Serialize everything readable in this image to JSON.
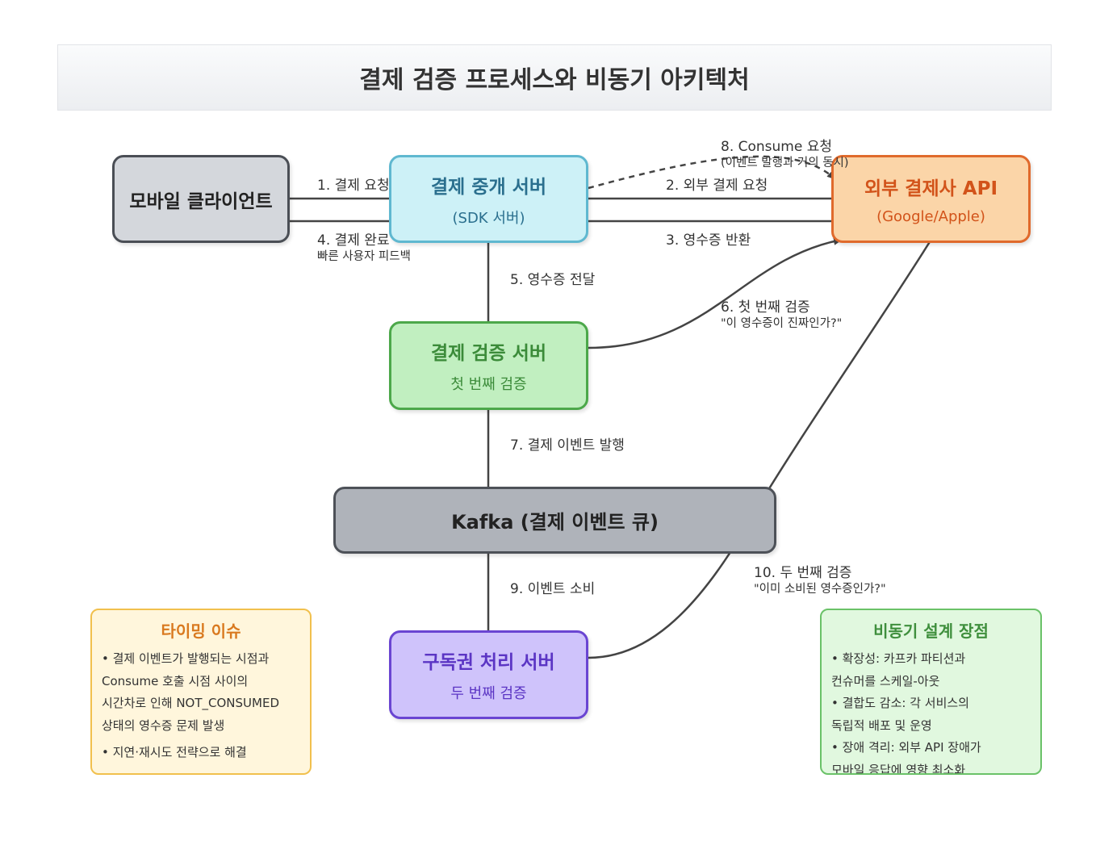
{
  "title": "결제 검증 프로세스와 비동기 아키텍처",
  "nodes": {
    "client": {
      "main": "모바일 클라이언트"
    },
    "broker": {
      "main": "결제 중개 서버",
      "sub": "(SDK 서버)"
    },
    "external": {
      "main": "외부 결제사 API",
      "sub": "(Google/Apple)"
    },
    "verify": {
      "main": "결제 검증 서버",
      "sub": "첫 번째 검증"
    },
    "kafka": {
      "main": "Kafka (결제 이벤트 큐)"
    },
    "subscription": {
      "main": "구독권 처리 서버",
      "sub": "두 번째 검증"
    }
  },
  "steps": {
    "s1": "1. 결제 요청",
    "s2": "2. 외부 결제 요청",
    "s3": "3. 영수증 반환",
    "s4": "4. 결제 완료",
    "s4_note": "빠른 사용자 피드백",
    "s5": "5. 영수증 전달",
    "s6": "6. 첫 번째 검증",
    "s6_note": "\"이 영수증이 진짜인가?\"",
    "s7": "7. 결제 이벤트 발행",
    "s8": "8. Consume 요청",
    "s8_note": "(이벤트 발행과 거의 동시)",
    "s9": "9. 이벤트 소비",
    "s10": "10. 두 번째 검증",
    "s10_note": "\"이미 소비된 영수증인가?\""
  },
  "timing_panel": {
    "title": "타이밍 이슈",
    "lines": [
      "• 결제 이벤트가 발행되는 시점과",
      "Consume 호출 시점 사이의",
      "시간차로 인해 NOT_CONSUMED",
      "상태의 영수증 문제 발생"
    ],
    "lines2": [
      "• 지연·재시도 전략으로 해결"
    ]
  },
  "async_panel": {
    "title": "비동기 설계 장점",
    "lines": [
      "• 확장성: 카프카 파티션과",
      "컨슈머를 스케일-아웃",
      "• 결합도 감소: 각 서비스의",
      "독립적 배포 및 운영",
      "• 장애 격리: 외부 API 장애가",
      "모바일 응답에 영향 최소화"
    ]
  },
  "colors": {
    "client_fill": "#d4d7dc",
    "client_border": "#4a4e55",
    "broker_fill": "#cdf1f7",
    "broker_border": "#5fb8d0",
    "broker_text": "#2a6f8e",
    "external_fill": "#fbd5a8",
    "external_border": "#e06a2c",
    "external_text": "#d2531a",
    "verify_fill": "#c1efc0",
    "verify_border": "#4ca84a",
    "verify_text": "#3b8b39",
    "kafka_fill": "#afb3ba",
    "kafka_border": "#4d5158",
    "sub_fill": "#cfc3fb",
    "sub_border": "#6a45d2",
    "sub_text": "#5b35c4",
    "timing_fill": "#fff6dc",
    "timing_border": "#f1c04d",
    "timing_title": "#d9791f",
    "async_fill": "#e1f8df",
    "async_border": "#6ac268",
    "async_title": "#3f8f3d",
    "arrow": "#444444"
  }
}
